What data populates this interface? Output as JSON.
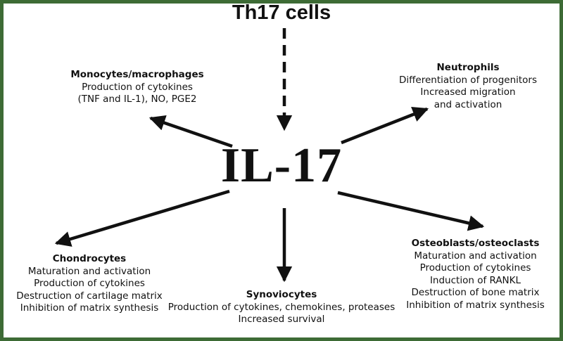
{
  "diagram": {
    "source": "Th17 cells",
    "center": "IL-17",
    "targets": {
      "monocytes": {
        "title": "Monocytes/macrophages",
        "lines": [
          "Production of cytokines",
          "(TNF and IL-1), NO, PGE2"
        ]
      },
      "neutrophils": {
        "title": "Neutrophils",
        "lines": [
          "Differentiation of progenitors",
          "Increased migration",
          "and activation"
        ]
      },
      "chondrocytes": {
        "title": "Chondrocytes",
        "lines": [
          "Maturation and activation",
          "Production of cytokines",
          "Destruction of cartilage matrix",
          "Inhibition of matrix synthesis"
        ]
      },
      "synoviocytes": {
        "title": "Synoviocytes",
        "lines": [
          "Production of cytokines, chemokines, proteases",
          "Increased survival"
        ]
      },
      "osteo": {
        "title": "Osteoblasts/osteoclasts",
        "lines": [
          "Maturation and activation",
          "Production of cytokines",
          "Induction of RANKL",
          "Destruction of bone matrix",
          "Inhibition of matrix synthesis"
        ]
      }
    },
    "colors": {
      "border": "#3d6b35",
      "ink": "#111111"
    }
  }
}
